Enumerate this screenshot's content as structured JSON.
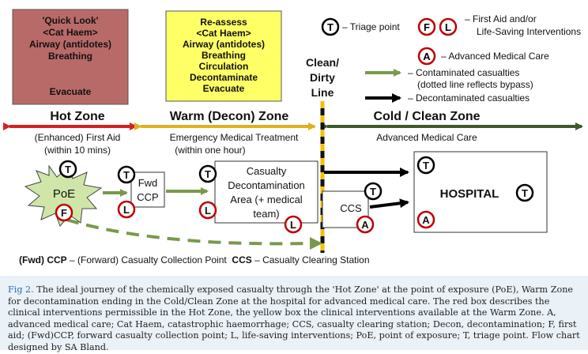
{
  "boxes": {
    "red_lines": [
      "'Quick Look'",
      "<Cat Haem>",
      "Airway (antidotes)",
      "Breathing"
    ],
    "red_evacuate": "Evacuate",
    "yellow_lines": [
      "Re-assess",
      "<Cat Haem>",
      "Airway (antidotes)",
      "Breathing",
      "Circulation",
      "Decontaminate",
      "Evacuate"
    ]
  },
  "line_label": [
    "Clean/",
    "Dirty",
    "Line"
  ],
  "legend": {
    "triage_symbol": "T",
    "triage_text": "– Triage point",
    "first_aid_symbols": [
      "F",
      "L"
    ],
    "first_aid_text": [
      "– First Aid and/or",
      "Life-Saving Interventions"
    ],
    "advanced_symbol": "A",
    "advanced_text": "– Advanced Medical Care",
    "contaminated_text": [
      "– Contaminated casualties",
      "(dotted line reflects bypass)"
    ],
    "decontaminated_text": "– Decontaminated casualties"
  },
  "zones": {
    "hot": {
      "title": "Hot Zone",
      "sub": [
        "(Enhanced) First Aid",
        "(within 10 mins)"
      ]
    },
    "warm": {
      "title": "Warm (Decon) Zone",
      "sub": [
        "Emergency Medical Treatment",
        "(within one hour)"
      ]
    },
    "cold": {
      "title": "Cold / Clean Zone",
      "sub": [
        "Advanced Medical Care"
      ]
    }
  },
  "flow": {
    "poe": "PoE",
    "fwd_ccp": [
      "Fwd",
      "CCP"
    ],
    "decon": [
      "Casualty",
      "Decontamination",
      "Area (+ medical",
      "team)"
    ],
    "ccs": "CCS",
    "hospital": "HOSPITAL",
    "t": "T",
    "f": "F",
    "l": "L",
    "a": "A"
  },
  "footnote": {
    "a_bold": "(Fwd) CCP",
    "a_text": " – (Forward) Casualty Collection Point  ",
    "b_bold": "CCS",
    "b_text": " – Casualty Clearing Station"
  },
  "caption": {
    "label": "Fig 2.",
    "text": " The ideal journey of the chemically exposed casualty through the 'Hot Zone' at the point of exposure (PoE), Warm Zone for decontamination ending in the Cold/Clean Zone at the hospital for advanced medical care. The red box describes the clinical interventions permissible in the Hot Zone, the yellow box the clinical interventions available at the Warm Zone. A, advanced medical care; Cat Haem, catastrophic haemorrhage; CCS, casualty clearing station; Decon, decontamination; F, first aid; (Fwd)CCP, forward casualty collection point; L, life-saving interventions; PoE, point of exposure; T, triage point. Flow chart designed by SA Bland."
  },
  "colors": {
    "red_box": "#b86a68",
    "yellow_box": "#ffff66",
    "hot_arrow": "#d42020",
    "warm_arrow": "#e0b020",
    "cold_arrow": "#3d5a2a",
    "green_arrow": "#79994a",
    "poe_star": "#cfe6a8",
    "circle_red": "#c00000",
    "caption_bg": "#eaf1f7"
  }
}
